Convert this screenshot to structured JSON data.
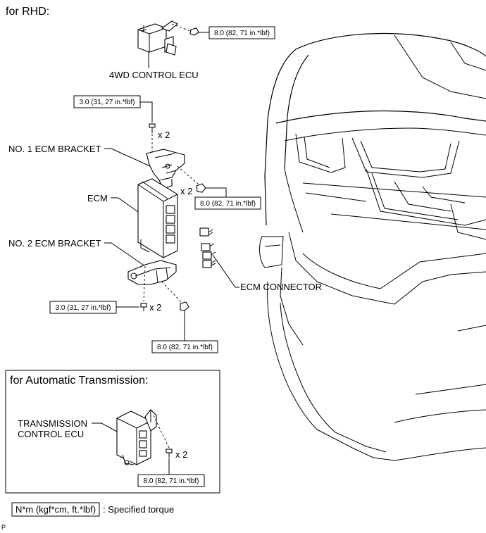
{
  "header": {
    "title": "for RHD:"
  },
  "labels": {
    "fourwd_ecu": "4WD CONTROL ECU",
    "no1_bracket": "NO. 1 ECM BRACKET",
    "ecm": "ECM",
    "no2_bracket": "NO. 2 ECM BRACKET",
    "ecm_connector": "ECM CONNECTOR",
    "tcu_line1": "TRANSMISSION",
    "tcu_line2": "CONTROL ECU"
  },
  "torques": {
    "fourwd_ecu_nut": "8.0 (82, 71 in.*lbf)",
    "no1_bracket_bolt": "3.0 (31, 27 in.*lbf)",
    "no1_bracket_nut": "8.0 (82, 71 in.*lbf)",
    "no2_bracket_bolt": "3.0 (31, 27 in.*lbf)",
    "no2_bracket_nut": "8.0 (82, 71 in.*lbf)",
    "tcu_bolt": "8.0 (82, 71 in.*lbf)"
  },
  "quantities": {
    "no1_bolt": "x 2",
    "no1_nut": "x 2",
    "no2_bolt": "x 2",
    "tcu_bolt": "x 2"
  },
  "inset": {
    "title": "for Automatic Transmission:"
  },
  "legend": {
    "unit": "N*m (kgf*cm, ft.*lbf)",
    "desc": ": Specified torque"
  },
  "footer": {
    "code": "P"
  }
}
